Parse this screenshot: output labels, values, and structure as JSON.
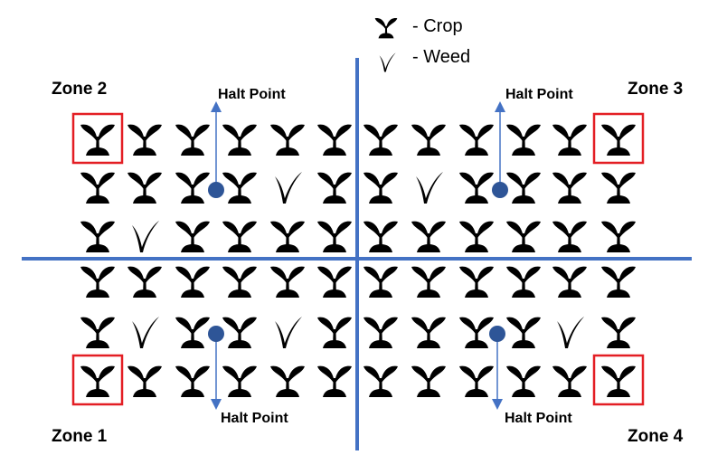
{
  "legend": [
    {
      "icon": "crop-icon",
      "label": "- Crop"
    },
    {
      "icon": "weed-icon",
      "label": "- Weed"
    }
  ],
  "zones": {
    "zone1": "Zone 1",
    "zone2": "Zone 2",
    "zone3": "Zone 3",
    "zone4": "Zone 4"
  },
  "halt_point_label": "Halt Point",
  "colors": {
    "divider": "#4472c4",
    "marker": "#2e5597",
    "highlight_box": "#e31e24",
    "plant": "#000000"
  },
  "field": {
    "columns": 12,
    "rows": [
      [
        "crop",
        "crop",
        "crop",
        "crop",
        "crop",
        "crop",
        "crop",
        "crop",
        "crop",
        "crop",
        "crop",
        "crop"
      ],
      [
        "crop",
        "crop",
        "crop",
        "crop",
        "weed",
        "crop",
        "crop",
        "weed",
        "crop",
        "crop",
        "crop",
        "crop"
      ],
      [
        "crop",
        "weed",
        "crop",
        "crop",
        "crop",
        "crop",
        "crop",
        "crop",
        "crop",
        "crop",
        "crop",
        "crop"
      ],
      [
        "crop",
        "crop",
        "crop",
        "crop",
        "crop",
        "crop",
        "crop",
        "crop",
        "crop",
        "crop",
        "crop",
        "crop"
      ],
      [
        "crop",
        "weed",
        "crop",
        "crop",
        "weed",
        "crop",
        "crop",
        "crop",
        "crop",
        "crop",
        "weed",
        "crop"
      ],
      [
        "crop",
        "crop",
        "crop",
        "crop",
        "crop",
        "crop",
        "crop",
        "crop",
        "crop",
        "crop",
        "crop",
        "crop"
      ]
    ],
    "highlighted_cells": [
      [
        0,
        0
      ],
      [
        0,
        11
      ],
      [
        5,
        0
      ],
      [
        5,
        11
      ]
    ]
  }
}
